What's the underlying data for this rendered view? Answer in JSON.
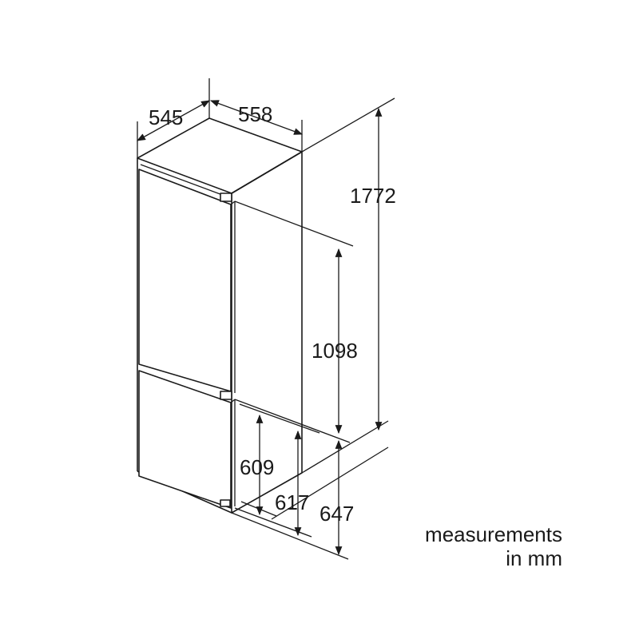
{
  "diagram": {
    "dimensions": {
      "depth": "545",
      "width": "558",
      "total_height": "1772",
      "upper_height": "1098",
      "lower_height_a": "609",
      "lower_height_b": "617",
      "lower_height_c": "647"
    },
    "note": {
      "line1": "measurements",
      "line2": "in mm"
    },
    "colors": {
      "line": "#1a1a1a",
      "background": "#ffffff"
    }
  }
}
